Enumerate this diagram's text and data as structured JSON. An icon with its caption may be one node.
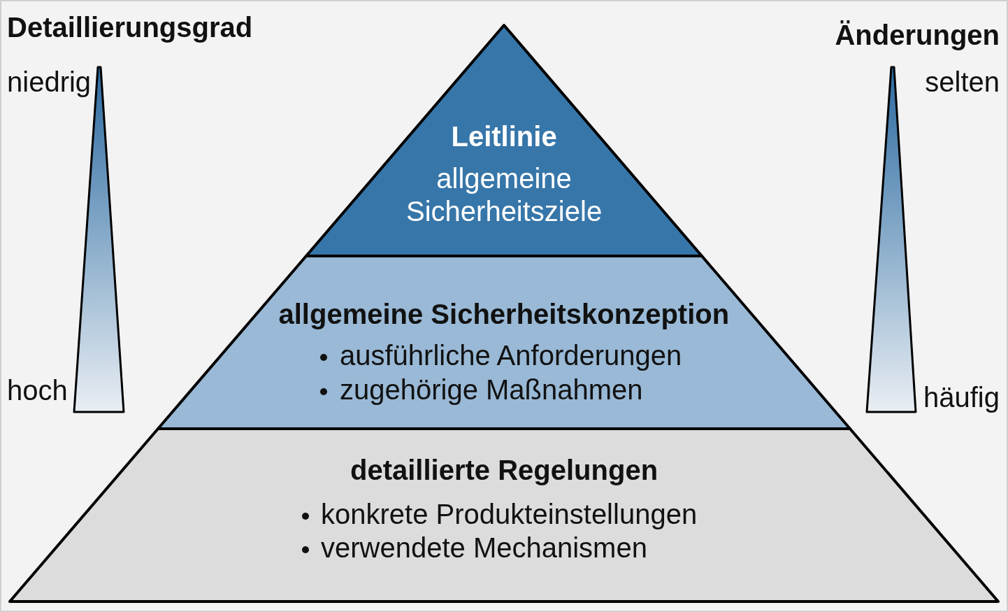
{
  "diagram": {
    "nodes": [
      {
        "text": [],
        "shape": "wedge",
        "beside": [
          "Detaillierungsgrad",
          "niedrig",
          "hoch"
        ]
      },
      {
        "text": [],
        "shape": "wedge",
        "beside": [
          "Änderungen",
          "selten",
          "häufig"
        ]
      },
      {
        "text": [
          "Leitlinie",
          "allgemeine Sicherheitsziele"
        ]
      },
      {
        "text": [
          "allgemeine Sicherheitskonzeption",
          "ausführliche Anforderungen",
          "zugehörige Maßnahmen"
        ]
      },
      {
        "text": [
          "detaillierte Regelungen",
          "konkrete Produkteinstellungen",
          "verwendete Mechanismen"
        ]
      }
    ]
  }
}
